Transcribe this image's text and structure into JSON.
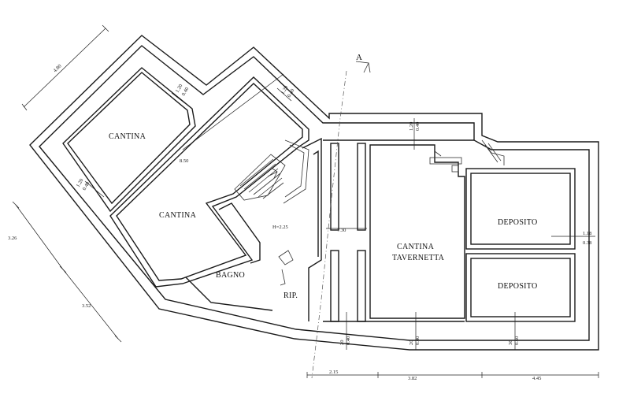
{
  "rooms": {
    "cantina_top": "CANTINA",
    "cantina_main": "CANTINA",
    "bagno": "BAGNO",
    "rip": "RIP.",
    "cantina_tavernetta_line1": "CANTINA",
    "cantina_tavernetta_line2": "TAVERNETTA",
    "deposito_top": "DEPOSITO",
    "deposito_bottom": "DEPOSITO"
  },
  "section_marker": "A",
  "dimensions": {
    "outer_left_top": "4.80",
    "outer_left_mid": "3.26",
    "outer_left_bottom": "3.52",
    "inner_length": "8.50",
    "height_mark": "H=2.25",
    "tav_width": "7.30",
    "bottom_1": "2.15",
    "bottom_2": "3.82",
    "bottom_3": "4.45",
    "win_1a": "1.20",
    "win_1b": "0.40",
    "win_2a": "1.20",
    "win_2b": "0.40",
    "win_3a": "1.20",
    "win_3b": "0.40",
    "win_4a": "1.20",
    "win_4b": "0.40",
    "win_right_a": "1.18",
    "win_right_b": "0.38",
    "win_bot_1a": "20",
    "win_bot_1b": "0.40",
    "win_bot_2a": "20",
    "win_bot_2b": "0.40",
    "win_bot_3a": "36",
    "win_bot_3b": "0.60"
  },
  "icons": {
    "section_arrow": "section-arrow-icon",
    "stair_arrow": "stair-arrow-icon"
  }
}
